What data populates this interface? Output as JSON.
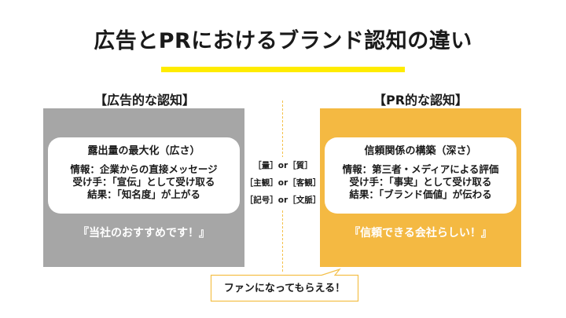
{
  "title": "広告とPRにおけるブランド認知の違い",
  "colors": {
    "accent_yellow": "#ffec00",
    "ad_panel": "#a6a6a6",
    "pr_panel": "#f4b942",
    "divider": "#f4c04a",
    "bubble_border": "#f4c04a"
  },
  "advertising": {
    "heading": "【広告的な認知】",
    "card_title": "露出量の最大化（広さ）",
    "lines": [
      "情報：企業からの直接メッセージ",
      "受け手：「宣伝」として受け取る",
      "結果：「知名度」が上がる"
    ],
    "quote": "『当社のおすすめです！』"
  },
  "pr": {
    "heading": "【PR的な認知】",
    "card_title": "信頼関係の構築（深さ）",
    "lines": [
      "情報：第三者・メディアによる評価",
      "受け手：「事実」として受け取る",
      "結果：「ブランド価値」が伝わる"
    ],
    "quote": "『信頼できる会社らしい！』"
  },
  "comparisons": [
    "［量］or［質］",
    "［主観］or［客観］",
    "［記号］or［文脈］"
  ],
  "callout": "ファンになってもらえる！"
}
